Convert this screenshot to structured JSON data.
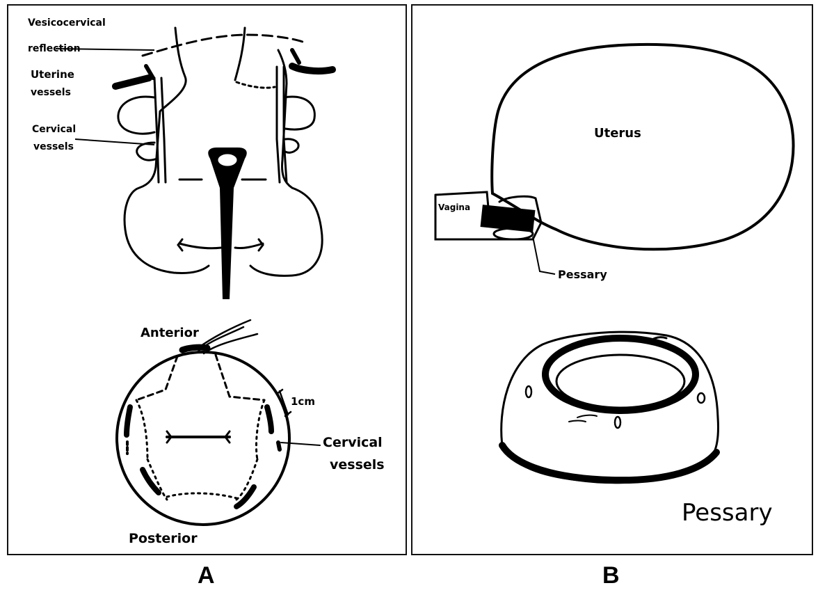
{
  "panels": {
    "a": {
      "label": "A",
      "annotations": {
        "vesicocervical_line1": "Vesicocervical",
        "vesicocervical_line2": "reflection",
        "uterine_line1": "Uterine",
        "uterine_line2": "vessels",
        "cervical_line1": "Cervical",
        "cervical_line2": "vessels",
        "anterior": "Anterior",
        "posterior": "Posterior",
        "one_cm": "1cm",
        "cervical_vessels_line1": "Cervical",
        "cervical_vessels_line2": "vessels"
      }
    },
    "b": {
      "label": "B",
      "annotations": {
        "uterus": "Uterus",
        "vagina": "Vagina",
        "pessary_small": "Pessary",
        "pessary_large": "Pessary"
      }
    }
  }
}
